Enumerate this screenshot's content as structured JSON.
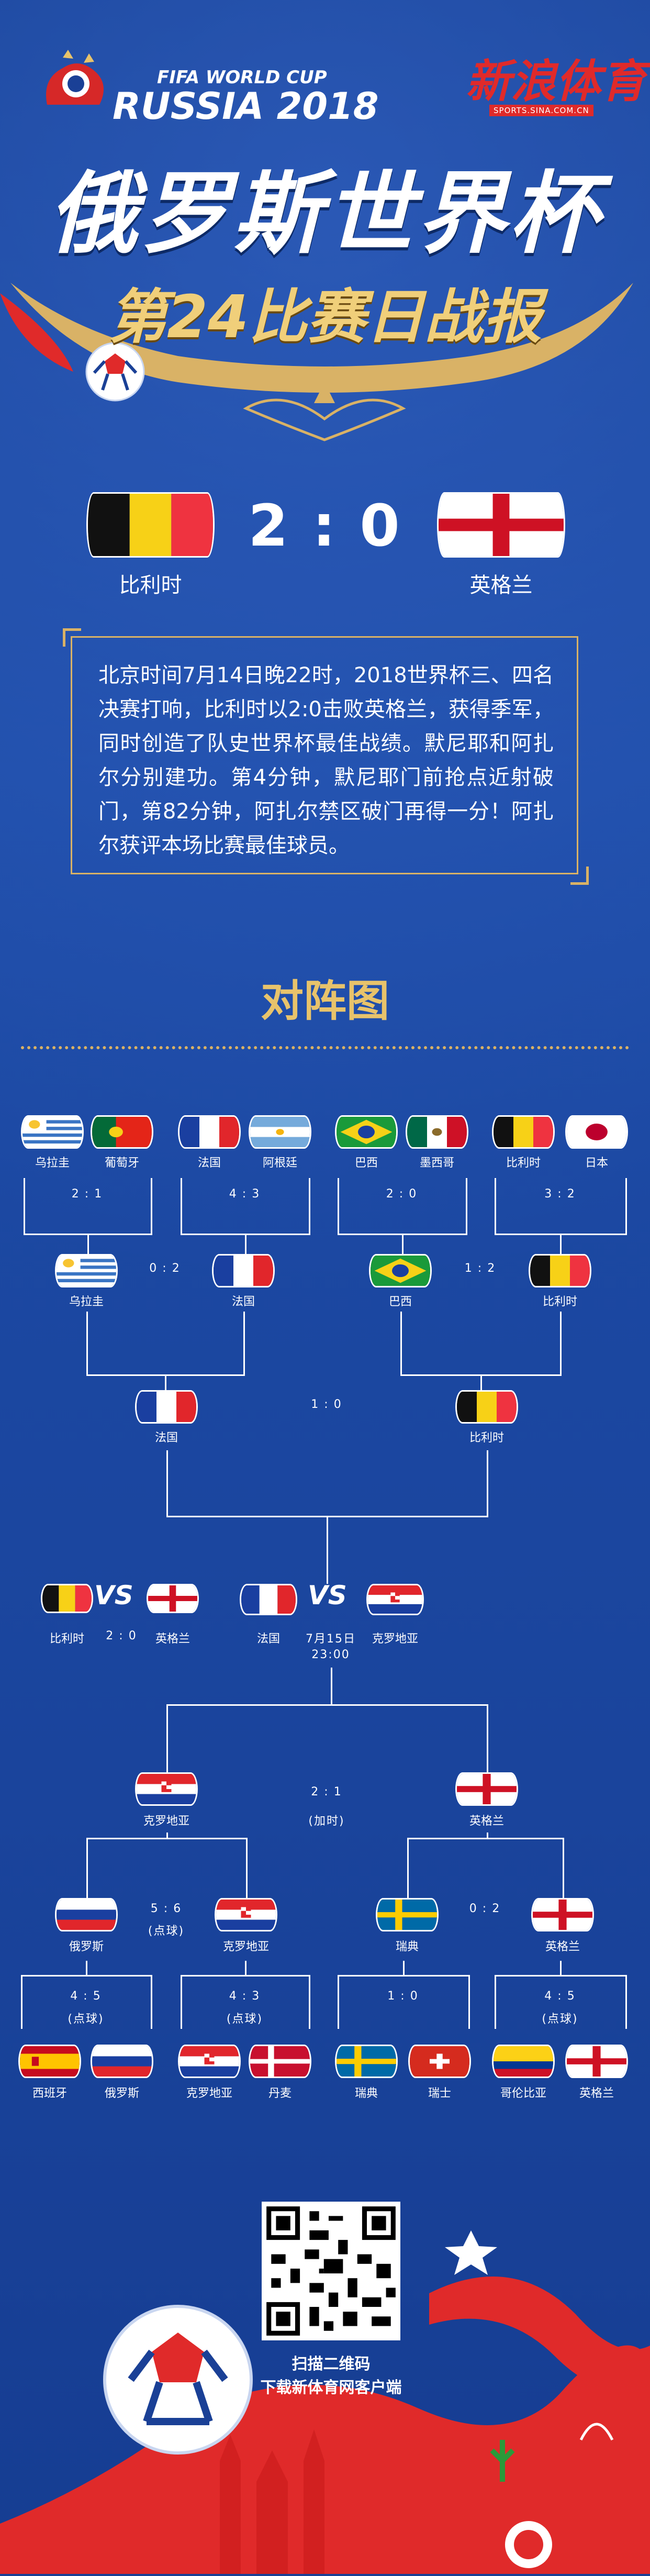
{
  "brand": {
    "fifa_line": "FIFA WORLD CUP",
    "russia_line": "RUSSIA 2018",
    "sina_logo": "新浪体育",
    "sina_sub": "SPORTS.SINA.COM.CN"
  },
  "header": {
    "title": "俄罗斯世界杯",
    "subtitle": "第24比赛日战报"
  },
  "match": {
    "home": "比利时",
    "away": "英格兰",
    "score": "2 : 0"
  },
  "summary": "北京时间7月14日晚22时，2018世界杯三、四名决赛打响，比利时以2:0击败英格兰，获得季军，同时创造了队史世界杯最佳战绩。默尼耶和阿扎尔分别建功。第4分钟，默尼耶门前抢点近射破门，第82分钟，阿扎尔禁区破门再得一分！阿扎尔获评本场比赛最佳球员。",
  "bracket": {
    "title": "对阵图",
    "r16_top": [
      {
        "a": "乌拉圭",
        "b": "葡萄牙",
        "score": "2 : 1"
      },
      {
        "a": "法国",
        "b": "阿根廷",
        "score": "4 : 3"
      },
      {
        "a": "巴西",
        "b": "墨西哥",
        "score": "2 : 0"
      },
      {
        "a": "比利时",
        "b": "日本",
        "score": "3 : 2"
      }
    ],
    "qf_top": [
      {
        "a": "乌拉圭",
        "b": "法国",
        "score": "0 : 2"
      },
      {
        "a": "巴西",
        "b": "比利时",
        "score": "1 : 2"
      }
    ],
    "sf_top": {
      "a": "法国",
      "b": "比利时",
      "score": "1 : 0"
    },
    "third_place": {
      "a": "比利时",
      "b": "英格兰",
      "score": "2 : 0",
      "vs": "VS"
    },
    "final": {
      "a": "法国",
      "b": "克罗地亚",
      "date": "7月15日",
      "time": "23:00",
      "vs": "VS"
    },
    "sf_bottom": {
      "a": "克罗地亚",
      "b": "英格兰",
      "score": "2 : 1",
      "note": "(加时)"
    },
    "qf_bottom": [
      {
        "a": "俄罗斯",
        "b": "克罗地亚",
        "score": "5 : 6",
        "note": "(点球)"
      },
      {
        "a": "瑞典",
        "b": "英格兰",
        "score": "0 : 2"
      }
    ],
    "r16_bottom": [
      {
        "a": "西班牙",
        "b": "俄罗斯",
        "score": "4 : 5",
        "note": "(点球)"
      },
      {
        "a": "克罗地亚",
        "b": "丹麦",
        "score": "4 : 3",
        "note": "(点球)"
      },
      {
        "a": "瑞典",
        "b": "瑞士",
        "score": "1 : 0"
      },
      {
        "a": "哥伦比亚",
        "b": "英格兰",
        "score": "4 : 5",
        "note": "(点球)"
      }
    ]
  },
  "footer": {
    "scan_line1": "扫描二维码",
    "scan_line2": "下载新体育网客户端"
  },
  "colors": {
    "bg": "#1a4096",
    "gold": "#d9b266",
    "red": "#e02a2a",
    "navy": "#173c8e"
  }
}
